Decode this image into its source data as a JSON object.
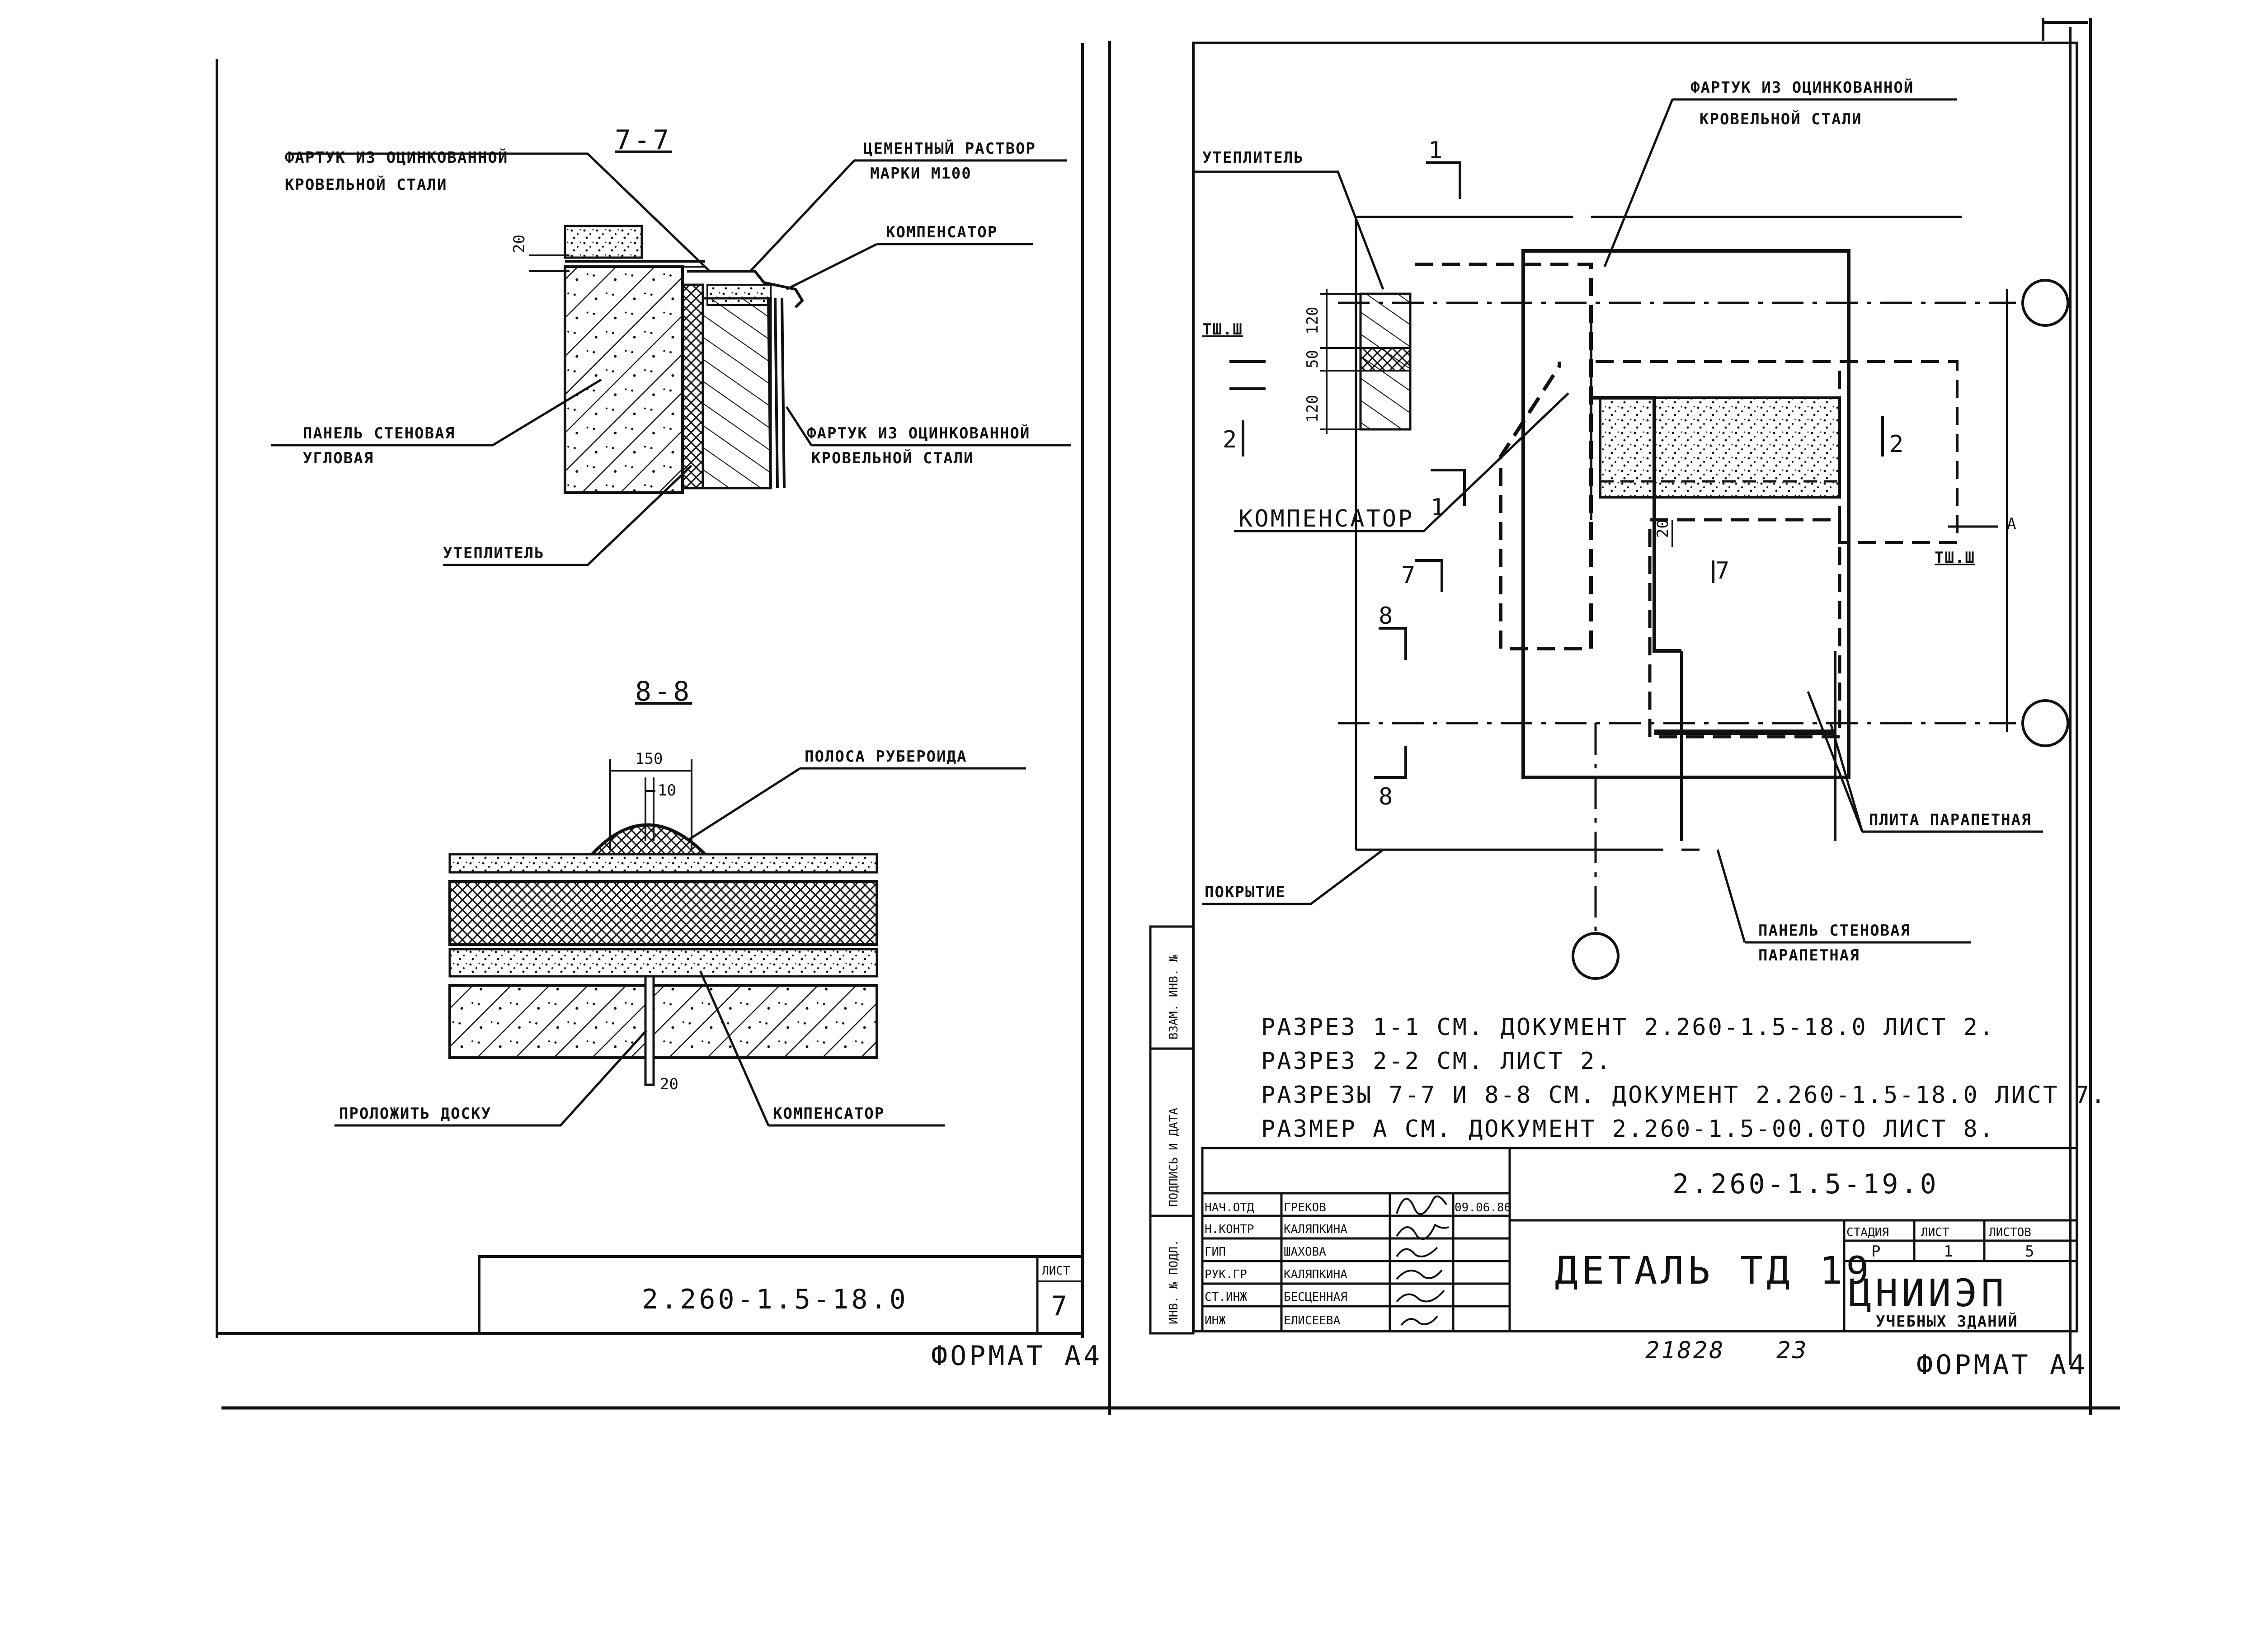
{
  "left_sheet": {
    "section_7_7": {
      "title": "7-7",
      "dim_20": "20",
      "labels": {
        "apron_1_line1": "ФАРТУК ИЗ ОЦИНКОВАННОЙ",
        "apron_1_line2": "КРОВЕЛЬНОЙ СТАЛИ",
        "mortar_line1": "ЦЕМЕНТНЫЙ РАСТВОР",
        "mortar_line2": "МАРКИ М100",
        "compensator": "КОМПЕНСАТОР",
        "panel_line1": "ПАНЕЛЬ СТЕНОВАЯ",
        "panel_line2": "УГЛОВАЯ",
        "apron_2_line1": "ФАРТУК ИЗ ОЦИНКОВАННОЙ",
        "apron_2_line2": "КРОВЕЛЬНОЙ СТАЛИ",
        "insulation": "УТЕПЛИТЕЛЬ"
      }
    },
    "section_8_8": {
      "title": "8-8",
      "dim_150": "150",
      "dim_10": "10",
      "dim_20": "20",
      "labels": {
        "ruberoid": "ПОЛОСА РУБЕРОИДА",
        "board": "ПРОЛОЖИТЬ ДОСКУ",
        "compensator": "КОМПЕНСАТОР"
      }
    },
    "title_block": {
      "code": "2.260-1.5-18.0",
      "sheet_label": "ЛИСТ",
      "sheet_no": "7"
    },
    "format": "ФОРМАТ А4"
  },
  "right_sheet": {
    "plan": {
      "labels": {
        "apron_line1": "ФАРТУК ИЗ ОЦИНКОВАННОЙ",
        "apron_line2": "КРОВЕЛЬНОЙ СТАЛИ",
        "insulation": "УТЕПЛИТЕЛЬ",
        "compensator": "КОМПЕНСАТОР",
        "parapet_slab": "ПЛИТА ПАРАПЕТНАЯ",
        "covering": "ПОКРЫТИЕ",
        "panel_line1": "ПАНЕЛЬ СТЕНОВАЯ",
        "panel_line2": "ПАРАПЕТНАЯ",
        "tsh_left": "ТШ.Ш",
        "tsh_right": "ТШ.Ш"
      },
      "dims": {
        "d120a": "120",
        "d50": "50",
        "d120b": "120",
        "d20": "20",
        "dA": "А"
      },
      "cut_marks": {
        "c1_top": "1",
        "c1_mid": "1",
        "c2_left": "2",
        "c2_right": "2",
        "c7_left": "7",
        "c7_right": "7",
        "c8_top": "8",
        "c8_bottom": "8"
      }
    },
    "notes": [
      "РАЗРЕЗ 1-1 СМ. ДОКУМЕНТ 2.260-1.5-18.0 ЛИСТ 2.",
      "РАЗРЕЗ 2-2 СМ. ЛИСТ 2.",
      "РАЗРЕЗЫ 7-7 И 8-8 СМ. ДОКУМЕНТ 2.260-1.5-18.0 ЛИСТ 7.",
      "РАЗМЕР А СМ. ДОКУМЕНТ 2.260-1.5-00.0ТО ЛИСТ 8."
    ],
    "side_stamp": [
      "ИНВ. № ПОДЛ.",
      "ПОДПИСЬ И ДАТА",
      "ВЗАМ. ИНВ. №"
    ],
    "title_block": {
      "code": "2.260-1.5-19.0",
      "staff": [
        {
          "role": "НАЧ.ОТД",
          "name": "ГРЕКОВ",
          "date": "09.06.86"
        },
        {
          "role": "Н.КОНТР",
          "name": "КАЛЯПКИНА",
          "date": ""
        },
        {
          "role": "ГИП",
          "name": "ШАХОВА",
          "date": ""
        },
        {
          "role": "РУК.ГР",
          "name": "КАЛЯПКИНА",
          "date": ""
        },
        {
          "role": "СТ.ИНЖ",
          "name": "БЕСЦЕННАЯ",
          "date": ""
        },
        {
          "role": "ИНЖ",
          "name": "ЕЛИСЕЕВА",
          "date": ""
        }
      ],
      "title": "ДЕТАЛЬ ТД 19",
      "stage_label": "СТАДИЯ",
      "sheet_label": "ЛИСТ",
      "sheets_label": "ЛИСТОВ",
      "stage": "Р",
      "sheet": "1",
      "sheets": "5",
      "org": "ЦНИИЭП",
      "org_sub": "УЧЕБНЫХ ЗДАНИЙ"
    },
    "bottom_numbers": {
      "n1": "21828",
      "n2": "23"
    },
    "format": "ФОРМАТ А4"
  }
}
